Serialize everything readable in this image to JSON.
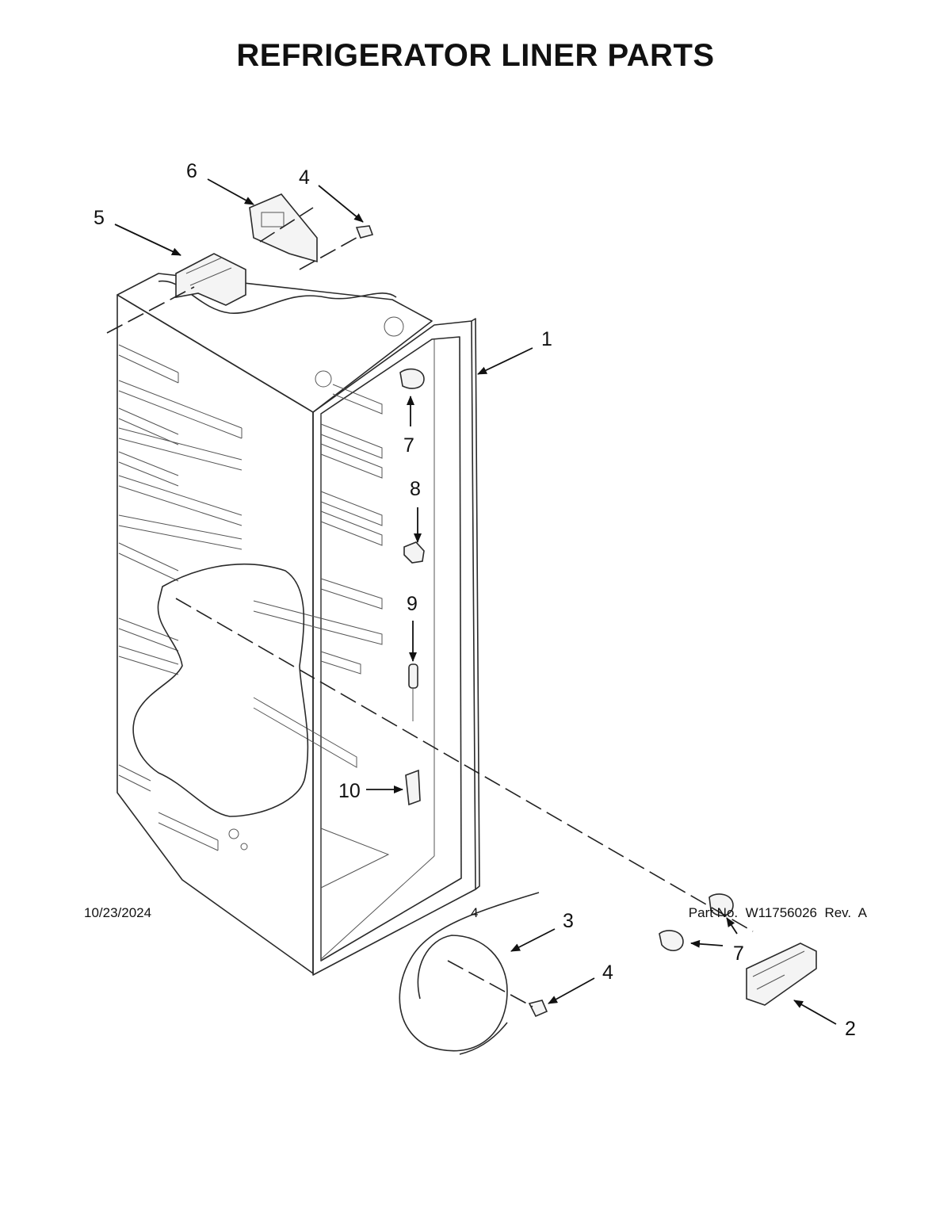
{
  "title": "REFRIGERATOR LINER PARTS",
  "callouts": [
    {
      "id": "c1",
      "label": "1"
    },
    {
      "id": "c2",
      "label": "2"
    },
    {
      "id": "c3",
      "label": "3"
    },
    {
      "id": "c4-top",
      "label": "4"
    },
    {
      "id": "c4-bottom",
      "label": "4"
    },
    {
      "id": "c5",
      "label": "5"
    },
    {
      "id": "c6",
      "label": "6"
    },
    {
      "id": "c7-top",
      "label": "7"
    },
    {
      "id": "c7-bottom",
      "label": "7"
    },
    {
      "id": "c8",
      "label": "8"
    },
    {
      "id": "c9",
      "label": "9"
    },
    {
      "id": "c10",
      "label": "10"
    }
  ],
  "footer": {
    "date": "10/23/2024",
    "page": "4",
    "part_number": "Part No.  W11756026  Rev.  A"
  }
}
